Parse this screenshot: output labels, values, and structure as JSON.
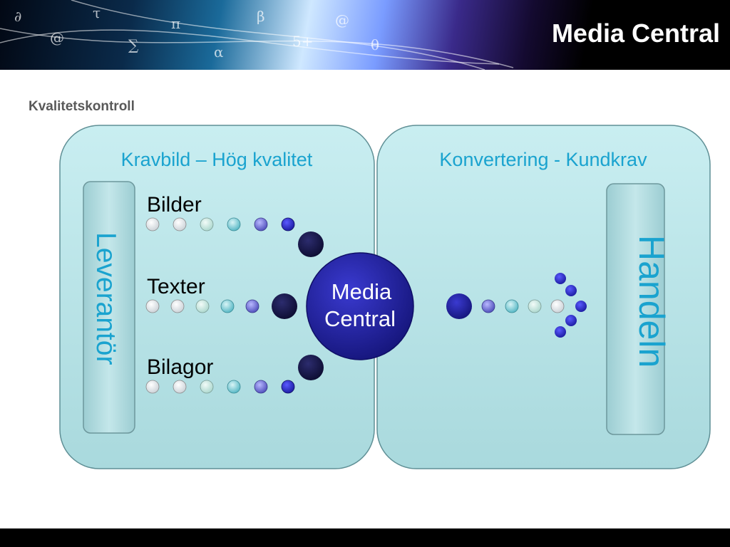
{
  "header": {
    "title": "Media Central"
  },
  "slide": {
    "subtitle": "Kvalitetskontroll"
  },
  "diagram": {
    "left_panel": {
      "title": "Kravbild – Hög kvalitet",
      "side_label": "Leverantör"
    },
    "right_panel": {
      "title": "Konvertering - Kundkrav",
      "side_label": "Handeln"
    },
    "hub": {
      "line1": "Media",
      "line2": "Central"
    },
    "streams": [
      "Bilder",
      "Texter",
      "Bilagor"
    ],
    "colors": {
      "panel": "#b9e6ea",
      "accent_text": "#1aa3cf",
      "hub": "#1f1f9e",
      "dark_node": "#16164a"
    }
  }
}
